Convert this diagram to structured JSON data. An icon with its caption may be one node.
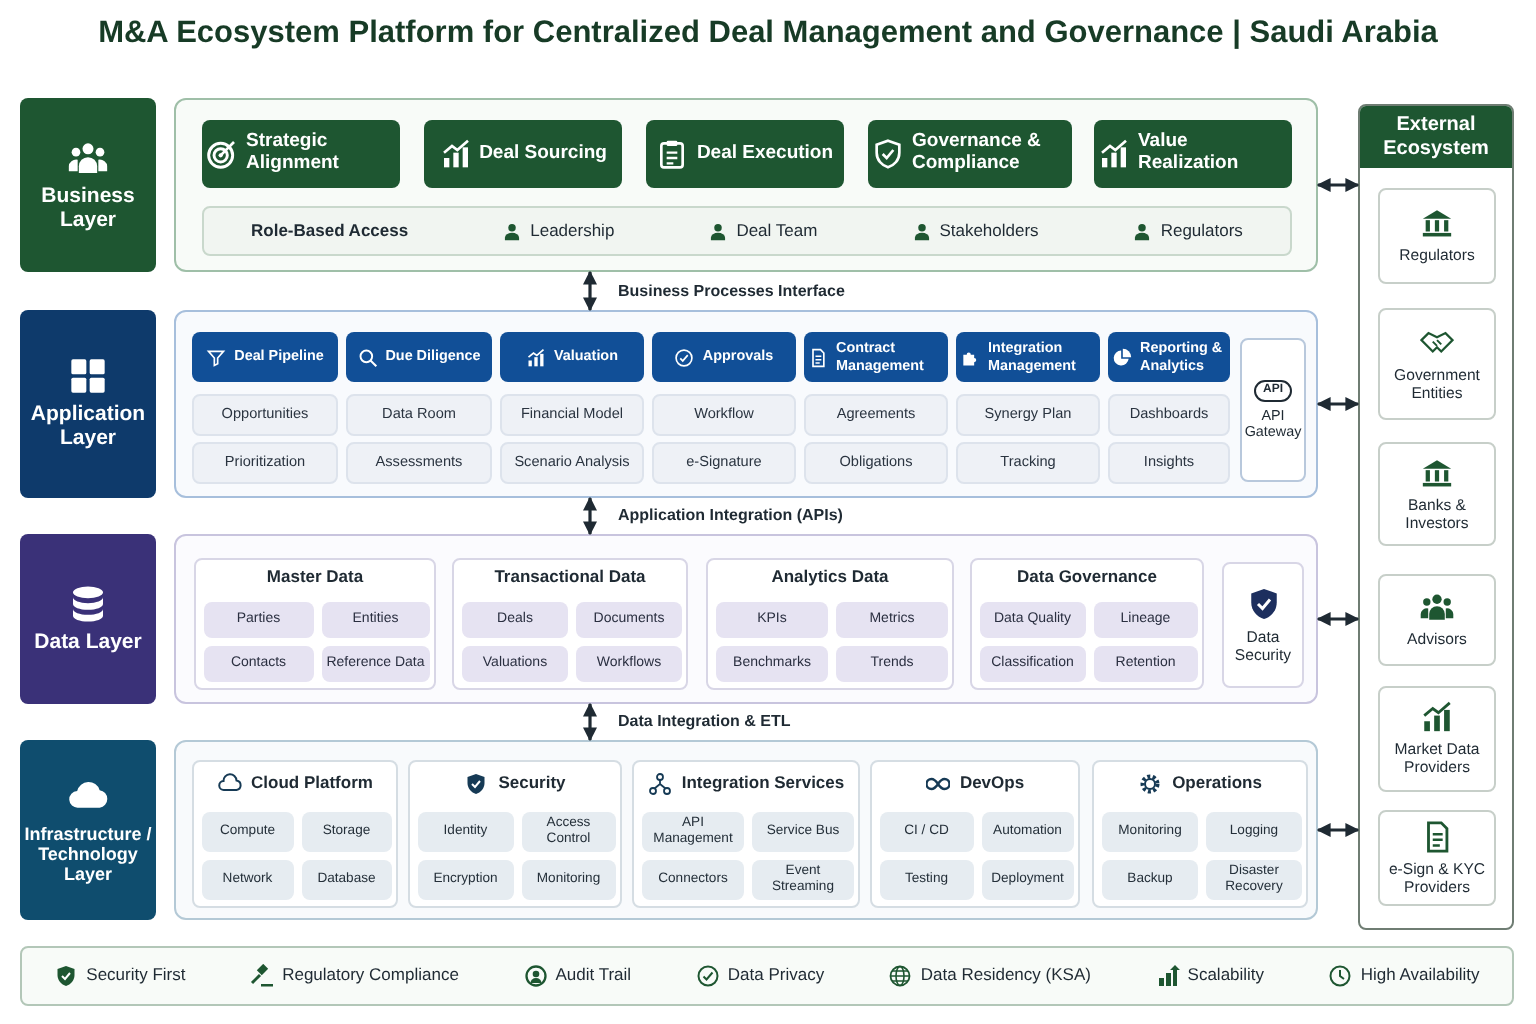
{
  "diagram": {
    "title": "M&A Ecosystem Platform for Centralized Deal Management and Governance | Saudi Arabia",
    "nodes": [
      {
        "text": [
          "Business Layer"
        ]
      },
      {
        "text": [],
        "shape": "box"
      },
      {
        "text": [
          "Strategic Alignment"
        ],
        "in": 1
      },
      {
        "text": [
          "Deal Sourcing"
        ],
        "in": 1
      },
      {
        "text": [
          "Deal Execution"
        ],
        "in": 1
      },
      {
        "text": [
          "Governance & Compliance"
        ],
        "in": 1
      },
      {
        "text": [
          "Value Realization"
        ],
        "in": 1
      },
      {
        "text": [
          "Role-Based Access",
          "Leadership",
          "Deal Team",
          "Stakeholders",
          "Regulators"
        ],
        "in": 1
      },
      {
        "text": [
          "Application Layer"
        ]
      },
      {
        "text": [],
        "shape": "box"
      },
      {
        "text": [
          "Deal Pipeline"
        ],
        "in": 9
      },
      {
        "text": [
          "Opportunities"
        ],
        "in": 9
      },
      {
        "text": [
          "Prioritization"
        ],
        "in": 9
      },
      {
        "text": [
          "Due Diligence"
        ],
        "in": 9
      },
      {
        "text": [
          "Data Room"
        ],
        "in": 9
      },
      {
        "text": [
          "Assessments"
        ],
        "in": 9
      },
      {
        "text": [
          "Valuation"
        ],
        "in": 9
      },
      {
        "text": [
          "Financial Model"
        ],
        "in": 9
      },
      {
        "text": [
          "Scenario Analysis"
        ],
        "in": 9
      },
      {
        "text": [
          "Approvals"
        ],
        "in": 9
      },
      {
        "text": [
          "Workflow"
        ],
        "in": 9
      },
      {
        "text": [
          "e-Signature"
        ],
        "in": 9
      },
      {
        "text": [
          "Contract Management"
        ],
        "in": 9
      },
      {
        "text": [
          "Agreements"
        ],
        "in": 9
      },
      {
        "text": [
          "Obligations"
        ],
        "in": 9
      },
      {
        "text": [
          "Integration Management"
        ],
        "in": 9
      },
      {
        "text": [
          "Synergy Plan"
        ],
        "in": 9
      },
      {
        "text": [
          "Tracking"
        ],
        "in": 9
      },
      {
        "text": [
          "Reporting & Analytics"
        ],
        "in": 9
      },
      {
        "text": [
          "Dashboards"
        ],
        "in": 9
      },
      {
        "text": [
          "Insights"
        ],
        "in": 9
      },
      {
        "text": [
          "API",
          "API Gateway"
        ],
        "in": 9
      },
      {
        "text": [
          "Data Layer"
        ]
      },
      {
        "text": [],
        "shape": "box"
      },
      {
        "text": [
          "Master Data"
        ],
        "in": 33
      },
      {
        "text": [
          "Parties"
        ],
        "in": 34
      },
      {
        "text": [
          "Entities"
        ],
        "in": 34
      },
      {
        "text": [
          "Contacts"
        ],
        "in": 34
      },
      {
        "text": [
          "Reference Data"
        ],
        "in": 34
      },
      {
        "text": [
          "Transactional Data"
        ],
        "in": 33
      },
      {
        "text": [
          "Deals"
        ],
        "in": 39
      },
      {
        "text": [
          "Documents"
        ],
        "in": 39
      },
      {
        "text": [
          "Valuations"
        ],
        "in": 39
      },
      {
        "text": [
          "Workflows"
        ],
        "in": 39
      },
      {
        "text": [
          "Analytics Data"
        ],
        "in": 33
      },
      {
        "text": [
          "KPIs"
        ],
        "in": 44
      },
      {
        "text": [
          "Metrics"
        ],
        "in": 44
      },
      {
        "text": [
          "Benchmarks"
        ],
        "in": 44
      },
      {
        "text": [
          "Trends"
        ],
        "in": 44
      },
      {
        "text": [
          "Data Governance"
        ],
        "in": 33
      },
      {
        "text": [
          "Data Quality"
        ],
        "in": 49
      },
      {
        "text": [
          "Lineage"
        ],
        "in": 49
      },
      {
        "text": [
          "Classification"
        ],
        "in": 49
      },
      {
        "text": [
          "Retention"
        ],
        "in": 49
      },
      {
        "text": [
          "Data Security"
        ],
        "in": 33
      },
      {
        "text": [
          "Infrastructure / Technology Layer"
        ]
      },
      {
        "text": [],
        "shape": "box"
      },
      {
        "text": [
          "Cloud Platform"
        ],
        "in": 56
      },
      {
        "text": [
          "Compute"
        ],
        "in": 57
      },
      {
        "text": [
          "Storage"
        ],
        "in": 57
      },
      {
        "text": [
          "Network"
        ],
        "in": 57
      },
      {
        "text": [
          "Database"
        ],
        "in": 57
      },
      {
        "text": [
          "Security"
        ],
        "in": 56
      },
      {
        "text": [
          "Identity"
        ],
        "in": 62
      },
      {
        "text": [
          "Access Control"
        ],
        "in": 62
      },
      {
        "text": [
          "Encryption"
        ],
        "in": 62
      },
      {
        "text": [
          "Monitoring"
        ],
        "in": 62
      },
      {
        "text": [
          "Integration Services"
        ],
        "in": 56
      },
      {
        "text": [
          "API Management"
        ],
        "in": 67
      },
      {
        "text": [
          "Service Bus"
        ],
        "in": 67
      },
      {
        "text": [
          "Connectors"
        ],
        "in": 67
      },
      {
        "text": [
          "Event Streaming"
        ],
        "in": 67
      },
      {
        "text": [
          "DevOps"
        ],
        "in": 56
      },
      {
        "text": [
          "CI / CD"
        ],
        "in": 72
      },
      {
        "text": [
          "Automation"
        ],
        "in": 72
      },
      {
        "text": [
          "Testing"
        ],
        "in": 72
      },
      {
        "text": [
          "Deployment"
        ],
        "in": 72
      },
      {
        "text": [
          "Operations"
        ],
        "in": 56
      },
      {
        "text": [
          "Monitoring"
        ],
        "in": 77
      },
      {
        "text": [
          "Logging"
        ],
        "in": 77
      },
      {
        "text": [
          "Backup"
        ],
        "in": 77
      },
      {
        "text": [
          "Disaster Recovery"
        ],
        "in": 77
      },
      {
        "text": [
          "External Ecosystem"
        ]
      },
      {
        "text": [
          "Regulators"
        ],
        "in": 82
      },
      {
        "text": [
          "Government Entities"
        ],
        "in": 82
      },
      {
        "text": [
          "Banks & Investors"
        ],
        "in": 82
      },
      {
        "text": [
          "Advisors"
        ],
        "in": 82
      },
      {
        "text": [
          "Market Data Providers"
        ],
        "in": 82
      },
      {
        "text": [
          "e-Sign & KYC Providers"
        ],
        "in": 82
      },
      {
        "text": [
          "Security First",
          "Regulatory Compliance",
          "Audit Trail",
          "Data Privacy",
          "Data Residency (KSA)",
          "Scalability",
          "High Availability"
        ]
      }
    ],
    "edges": [
      {
        "from": 1,
        "to": 9,
        "arrow": "both",
        "label": "Business Processes Interface"
      },
      {
        "from": 9,
        "to": 33,
        "arrow": "both",
        "label": "Application Integration (APIs)"
      },
      {
        "from": 33,
        "to": 56,
        "arrow": "both",
        "label": "Data Integration & ETL"
      },
      {
        "from": 1,
        "to": 82,
        "arrow": "both"
      },
      {
        "from": 9,
        "to": 82,
        "arrow": "both"
      },
      {
        "from": 33,
        "to": 82,
        "arrow": "both"
      },
      {
        "from": 56,
        "to": 82,
        "arrow": "both"
      }
    ]
  }
}
